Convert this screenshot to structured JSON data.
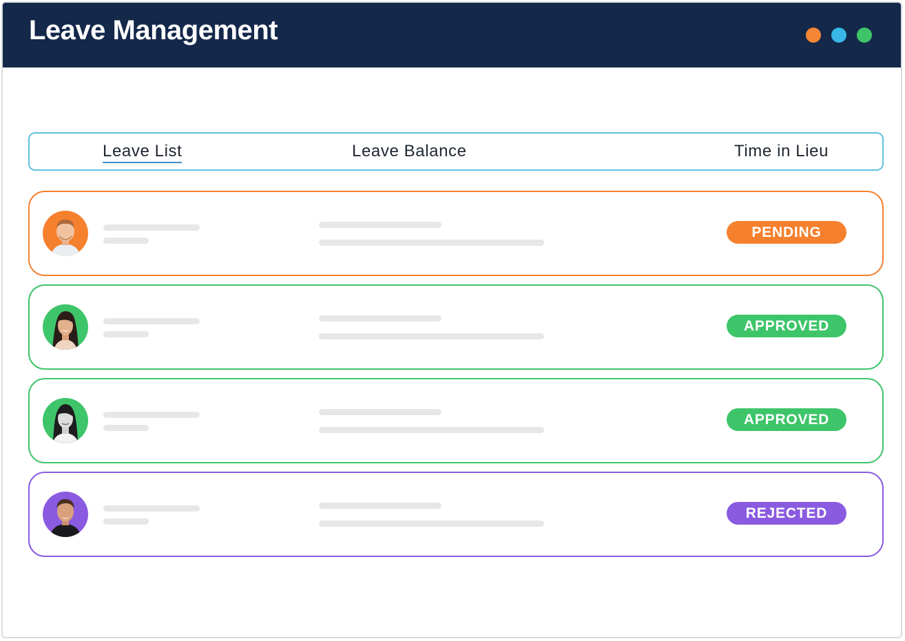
{
  "app": {
    "title": "Leave Management"
  },
  "window_controls": [
    {
      "name": "minimize-dot",
      "color": "#f58634"
    },
    {
      "name": "maximize-dot",
      "color": "#38b6e6"
    },
    {
      "name": "close-dot",
      "color": "#3ec56a"
    }
  ],
  "tabs": [
    {
      "label": "Leave List",
      "active": true
    },
    {
      "label": "Leave Balance",
      "active": false
    },
    {
      "label": "Time in Lieu",
      "active": false
    }
  ],
  "requests": [
    {
      "status": "PENDING",
      "color": "#f5802e",
      "avatar_bg": "#f5802e",
      "avatar_icon": "man-avatar"
    },
    {
      "status": "APPROVED",
      "color": "#3ec56a",
      "avatar_bg": "#3ec56a",
      "avatar_icon": "woman-avatar"
    },
    {
      "status": "APPROVED",
      "color": "#3ec56a",
      "avatar_bg": "#3ec56a",
      "avatar_icon": "woman-avatar"
    },
    {
      "status": "REJECTED",
      "color": "#8a5be0",
      "avatar_bg": "#8a5be0",
      "avatar_icon": "man-avatar"
    }
  ]
}
